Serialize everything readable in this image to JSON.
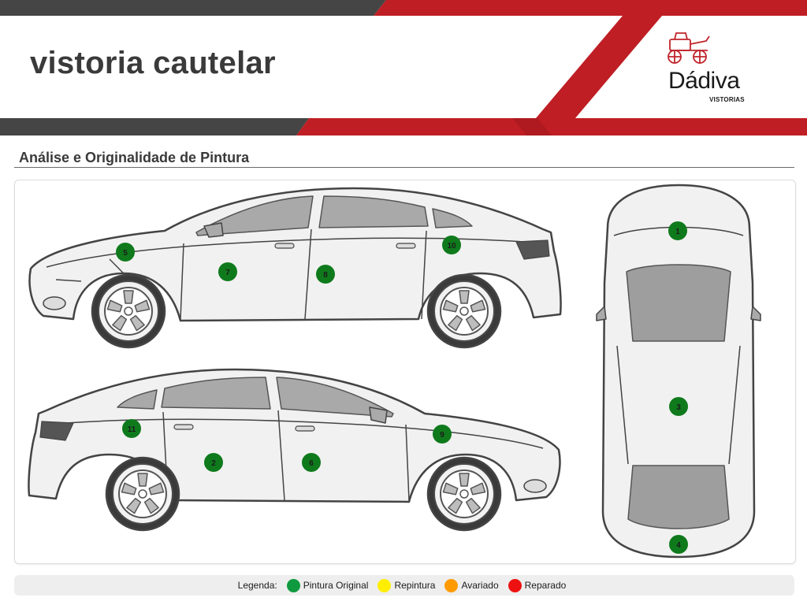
{
  "header": {
    "title": "vistoria cautelar",
    "brand_name": "Dádiva",
    "brand_sub": "VISTORIAS"
  },
  "section": {
    "title": "Análise e Originalidade de Pintura"
  },
  "colors": {
    "dark_band": "#454545",
    "red_band": "#bf1e24",
    "marker_original": "#0f7a1c",
    "marker_text": "#1b1b1b"
  },
  "markers": [
    {
      "id": "1",
      "status": "original"
    },
    {
      "id": "2",
      "status": "original"
    },
    {
      "id": "3",
      "status": "original"
    },
    {
      "id": "4",
      "status": "original"
    },
    {
      "id": "5",
      "status": "original"
    },
    {
      "id": "6",
      "status": "original"
    },
    {
      "id": "7",
      "status": "original"
    },
    {
      "id": "8",
      "status": "original"
    },
    {
      "id": "9",
      "status": "original"
    },
    {
      "id": "10",
      "status": "original"
    },
    {
      "id": "11",
      "status": "original"
    }
  ],
  "legend": {
    "label": "Legenda:",
    "items": [
      {
        "label": "Pintura Original",
        "color": "#109a3f"
      },
      {
        "label": "Repintura",
        "color": "#ffee00"
      },
      {
        "label": "Avariado",
        "color": "#ff9b00"
      },
      {
        "label": "Reparado",
        "color": "#ee1111"
      }
    ]
  }
}
